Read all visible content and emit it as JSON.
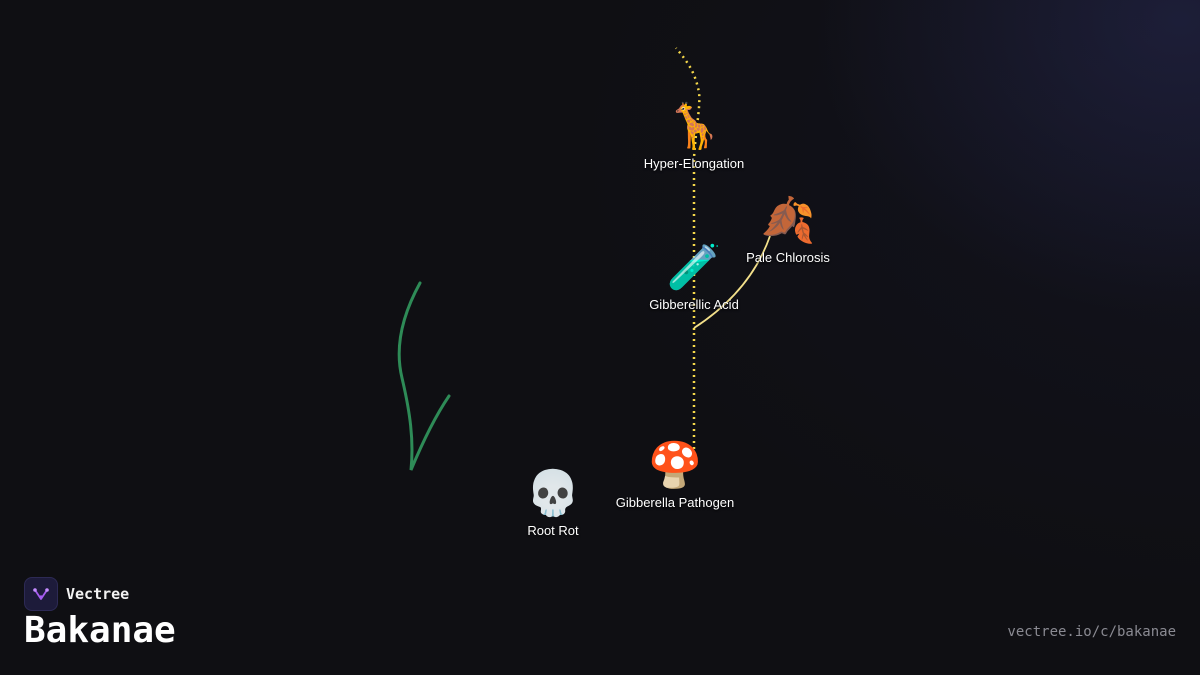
{
  "nodes": [
    {
      "id": "hyper",
      "emoji": "🦒",
      "label": "Hyper-Elongation",
      "icon": "giraffe-icon"
    },
    {
      "id": "chlorosis",
      "emoji": "🍂",
      "label": "Pale Chlorosis",
      "icon": "fallen-leaf-icon"
    },
    {
      "id": "acid",
      "emoji": "🧪",
      "label": "Gibberellic Acid",
      "icon": "test-tube-icon"
    },
    {
      "id": "pathogen",
      "emoji": "🍄",
      "label": "Gibberella Pathogen",
      "icon": "mushroom-icon"
    },
    {
      "id": "rootrot",
      "emoji": "💀",
      "label": "Root Rot",
      "icon": "skull-icon"
    }
  ],
  "edges": [
    {
      "from": "pathogen",
      "to": "acid",
      "style": "dotted",
      "color": "#f5d84a"
    },
    {
      "from": "acid",
      "to": "hyper",
      "style": "dotted",
      "color": "#f5d84a"
    },
    {
      "from": "acid",
      "to": "chlorosis",
      "style": "solid",
      "color": "#f3e08a"
    }
  ],
  "brand": {
    "name": "Vectree",
    "title": "Bakanae",
    "url": "vectree.io/c/bakanae"
  },
  "colors": {
    "background": "#0f0f13",
    "edge_yellow": "#f5d84a",
    "stem_green": "#2e8b57",
    "logo_purple": "#a65cf0"
  }
}
